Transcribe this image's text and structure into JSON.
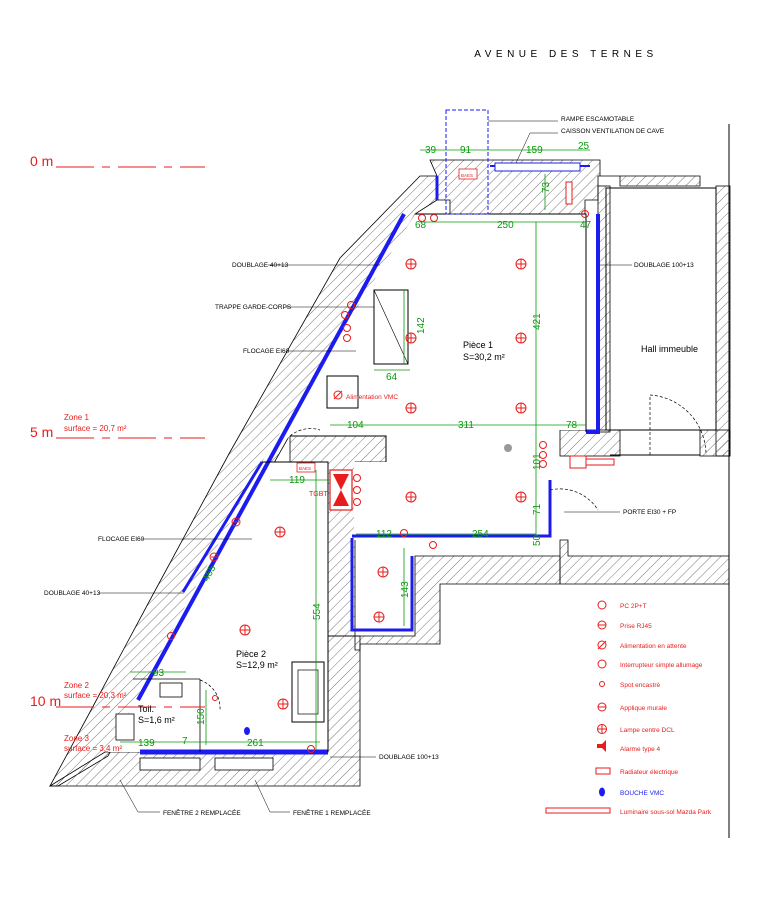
{
  "street": "AVENUE DES TERNES",
  "levels": [
    {
      "label": "0 m"
    },
    {
      "label": "5 m"
    },
    {
      "label": "10 m"
    }
  ],
  "zones": [
    {
      "name": "Zone 1",
      "surface": "surface = 20,7 m²"
    },
    {
      "name": "Zone 2",
      "surface": "surface = 20,3 m²"
    },
    {
      "name": "Zone 3",
      "surface": "surface = 3,4 m²"
    }
  ],
  "rooms": [
    {
      "name": "Pièce 1",
      "area": "S=30,2 m²"
    },
    {
      "name": "Pièce 2",
      "area": "S=12,9 m²"
    },
    {
      "name": "Toil.",
      "area": "S=1,6 m²"
    },
    {
      "name": "Hall immeuble",
      "area": ""
    }
  ],
  "callouts": {
    "rampe": "RAMPE ESCAMOTABLE",
    "caisson": "CAISSON VENTILATION DE CAVE",
    "doublage_40_top": "DOUBLAGE 40+13",
    "doublage_100_right": "DOUBLAGE 100+13",
    "trappe": "TRAPPE GARDE-CORPS",
    "flocage_top": "FLOCAGE EI60",
    "alim_vmc": "Alimentation VMC",
    "porte": "PORTE EI30 + FP",
    "flocage_mid": "FLOCAGE EI60",
    "doublage_40_left": "DOUBLAGE 40+13",
    "doublage_100_bottom": "DOUBLAGE 100+13",
    "fenetre2": "FENÊTRE 2 REMPLACÉE",
    "fenetre1": "FENÊTRE 1 REMPLACÉE",
    "tgbt": "TGBT",
    "baes": "BAES"
  },
  "dimensions": {
    "d39": "39",
    "d91": "91",
    "d159": "159",
    "d25": "25",
    "d73": "73",
    "d68": "68",
    "d250": "250",
    "d47": "47",
    "d142": "142",
    "d421": "421",
    "d64": "64",
    "d104": "104",
    "d311": "311",
    "d78": "78",
    "d101": "101",
    "d119": "119",
    "d71": "71",
    "d112": "112",
    "d254": "254",
    "d50": "50",
    "d465": "465",
    "d143": "143",
    "d554": "554",
    "d93": "93",
    "d150": "150",
    "d139": "139",
    "d7": "7",
    "d261": "261"
  },
  "legend": [
    {
      "icon": "socket-icon",
      "label": "PC 2P+T"
    },
    {
      "icon": "rj45-icon",
      "label": "Prise RJ45"
    },
    {
      "icon": "power-supply-icon",
      "label": "Alimentation en attente"
    },
    {
      "icon": "switch-icon",
      "label": "Interrupteur simple allumage"
    },
    {
      "icon": "spot-icon",
      "label": "Spot encastré"
    },
    {
      "icon": "wall-light-icon",
      "label": "Applique murale"
    },
    {
      "icon": "ceiling-lamp-icon",
      "label": "Lampe centre DCL"
    },
    {
      "icon": "alarm-icon",
      "label": "Alarme type 4"
    },
    {
      "icon": "radiator-icon",
      "label": "Radiateur électrique"
    },
    {
      "icon": "vmc-icon",
      "label": "BOUCHE VMC"
    },
    {
      "icon": "luminaire-icon",
      "label": "Luminaire sous-sol Mazda Park"
    }
  ],
  "colors": {
    "dimension": "#0a9a0a",
    "wall_lining": "#1c1cf0",
    "electrical": "#e81c1c",
    "level_marker": "#e81c1c",
    "outline": "#000000"
  }
}
